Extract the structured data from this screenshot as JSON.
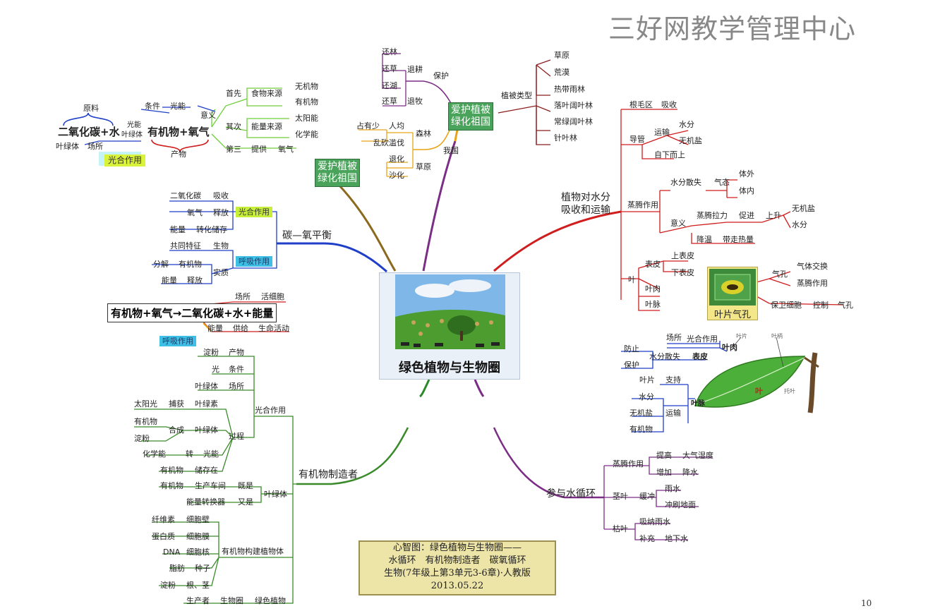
{
  "watermark": "三好网教学管理中心",
  "page_number": "10",
  "center": {
    "title": "绿色植物与生物圈"
  },
  "photosynthesis_formula": {
    "label_raw": "原料",
    "left": "二氧化碳+水",
    "arrow_top": "光能",
    "arrow_bottom": "叶绿体",
    "right": "有机物+氧气",
    "label_product": "产物",
    "cond_label": "条件",
    "cond_value": "光能",
    "place_a": "叶绿体",
    "place_b": "场所",
    "tag": "光合作用",
    "meaning": "意义",
    "first": "首先",
    "first_v": "食物来源",
    "first_a": "无机物",
    "first_b": "有机物",
    "second": "其次",
    "second_v": "能量来源",
    "second_a": "太阳能",
    "second_b": "化学能",
    "third": "第三",
    "third_v": "提供",
    "third_a": "氧气"
  },
  "protect": {
    "box_line1": "爱护植被",
    "box_line2": "绿化祖国",
    "box2_line1": "爱护植被",
    "box2_line2": "绿化祖国",
    "baohu": "保护",
    "tuigeng": "退耕",
    "tuimu": "退牧",
    "huanlin": "还林",
    "huancao1": "还草",
    "huanhu": "还湖",
    "huancao2": "还草",
    "woguo": "我国",
    "senlin": "森林",
    "zhanyou": "占有少",
    "renjun": "人均",
    "luankan": "乱砍滥伐",
    "caoyuan": "草原",
    "tuihua": "退化",
    "shahua": "沙化",
    "veg_types": "植被类型",
    "types": [
      "草原",
      "荒漠",
      "热带雨林",
      "落叶阔叶林",
      "常绿阔叶林",
      "针叶林"
    ]
  },
  "water": {
    "title_line1": "植物对水分",
    "title_line2": "吸收和运输",
    "genmao": "根毛区",
    "xishou": "吸收",
    "daoguan": "导管",
    "yunshu": "运输",
    "shuifen": "水分",
    "wujiyan": "无机盐",
    "zixia": "自下而上",
    "zhengteng": "蒸腾作用",
    "sanshi": "水分散失",
    "qitai": "气态",
    "tiwai": "体外",
    "tinei": "体内",
    "yiyi": "意义",
    "lali": "蒸腾拉力",
    "cujin": "促进",
    "shangsheng": "上升",
    "wj2": "无机盐",
    "sf2": "水分",
    "jiangwen": "降温",
    "daizou": "带走热量",
    "ye": "叶",
    "biaopi": "表皮",
    "shangbiaopi": "上表皮",
    "xiabiaopi": "下表皮",
    "yerou": "叶肉",
    "yemai": "叶脉",
    "stoma_label": "叶片气孔",
    "qikong": "气孔",
    "qiti": "气体交换",
    "zt2": "蒸腾作用",
    "baowei": "保卫细胞",
    "kongzhi": "控制",
    "qikong2": "气孔"
  },
  "leaf": {
    "changsuo": "场所",
    "guanghe": "光合作用",
    "yerou": "叶肉",
    "fangzhi": "防止",
    "baohu": "保护",
    "shuifensanshi": "水分散失",
    "biaopi": "表皮",
    "yepian": "叶片",
    "zhichi": "支持",
    "shuifen": "水分",
    "wujiyan": "无机盐",
    "yunshu": "运输",
    "youjiwu": "有机物",
    "yemai": "叶脉",
    "ye_red": "叶",
    "lbl_yepian": "叶片",
    "lbl_yebing": "叶柄",
    "lbl_tuoye": "托叶"
  },
  "cycle": {
    "title": "参与水循环",
    "zhengteng": "蒸腾作用",
    "tigao": "提高",
    "shidu": "大气湿度",
    "zengjia": "增加",
    "jiangshui": "降水",
    "jingye": "茎叶",
    "huanchong": "缓冲",
    "yushui": "雨水",
    "chongshua": "冲刷地面",
    "kuye": "枯叶",
    "xina": "吸纳雨水",
    "buchong": "补充",
    "dixia": "地下水"
  },
  "carbon": {
    "title": "碳—氧平衡",
    "co2": "二氧化碳",
    "xishou": "吸收",
    "o2": "氧气",
    "shifang": "释放",
    "nengliang": "能量",
    "zhuanhua": "转化储存",
    "tag_ps": "光合作用",
    "gongtong": "共同特征",
    "shengwu": "生物",
    "tag_resp": "呼吸作用",
    "fenjie": "分解",
    "youjiwu": "有机物",
    "shizhi": "实质",
    "nl2": "能量",
    "sf2": "释放"
  },
  "respiration": {
    "formula": "有机物+氧气→二氧化碳+水+能量",
    "changsuo": "场所",
    "huoxibao": "活细胞",
    "nengliang": "能量",
    "gongji": "供给",
    "shengming": "生命活动",
    "tag": "呼吸作用"
  },
  "producer": {
    "title": "有机物制造者",
    "ps": "光合作用",
    "dianfen": "淀粉",
    "chanwu": "产物",
    "guang": "光",
    "tiaojian": "条件",
    "yelvti": "叶绿体",
    "changsuo": "场所",
    "guocheng": "过程",
    "taiyangguang": "太阳光",
    "buhuo": "捕获",
    "yelvsu": "叶绿素",
    "youjiwu1": "有机物",
    "dianfen2": "淀粉",
    "hecheng": "合成",
    "yelvti2": "叶绿体",
    "huaxueneng": "化学能",
    "zhuan": "转",
    "guangneng": "光能",
    "youjiwu2": "有机物",
    "chucunzai": "储存在",
    "yelvti3": "叶绿体",
    "youjiwu3": "有机物",
    "shengchan": "生产车间",
    "jishi": "既是",
    "zhuanhuanqi": "能量转换器",
    "youshi": "又是",
    "goujian": "有机物构建植物体",
    "xianwei": "纤维素",
    "xibaobi": "细胞壁",
    "danbai": "蛋白质",
    "xibaomo": "细胞膜",
    "dna": "DNA",
    "xibaohe": "细胞核",
    "zhifang": "脂肪",
    "zhongzi": "种子",
    "dianfen3": "淀粉",
    "genjing": "根、茎",
    "shengchanzhe": "生产者",
    "shengwuquan": "生物圈",
    "lvse": "绿色植物"
  },
  "note": {
    "line1": "心智图：绿色植物与生物圈——",
    "line2": "水循环　有机物制造者　碳氧循环",
    "line3": "生物(7年级上第3单元3-6章)·人教版",
    "line4": "2013.05.22"
  }
}
